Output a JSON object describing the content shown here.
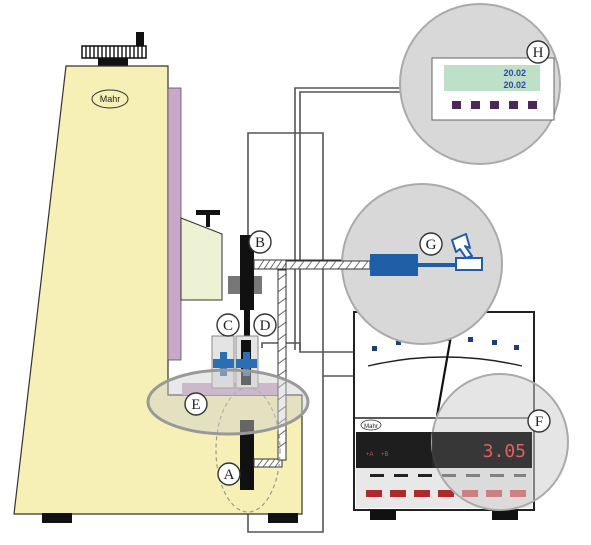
{
  "brand": "Mahr",
  "callouts": {
    "A": "A",
    "B": "B",
    "C": "C",
    "D": "D",
    "E": "E",
    "F": "F",
    "G": "G",
    "H": "H"
  },
  "display_h": {
    "line1": "20.02",
    "line2": "20.02"
  },
  "meter": {
    "brand": "Mahr",
    "channel_a": "+A",
    "channel_b": "+B",
    "readout": "3.05"
  },
  "colors": {
    "stand_body": "#f6f0b6",
    "stand_column": "#c8a8c8",
    "fixture_blue": "#2a6fb5",
    "sensor_blue": "#1f5fa8",
    "zoom_circle": "#d8d8d8",
    "lcd_green": "#bfe0c8",
    "button_purple": "#4a2a55",
    "meter_panel": "#ffffff",
    "meter_lower": "#e8e8e8",
    "red_button": "#b02a2a"
  },
  "icons": [
    "stand-icon",
    "probe-icon",
    "sensor-icon",
    "meter-icon",
    "display-icon"
  ]
}
